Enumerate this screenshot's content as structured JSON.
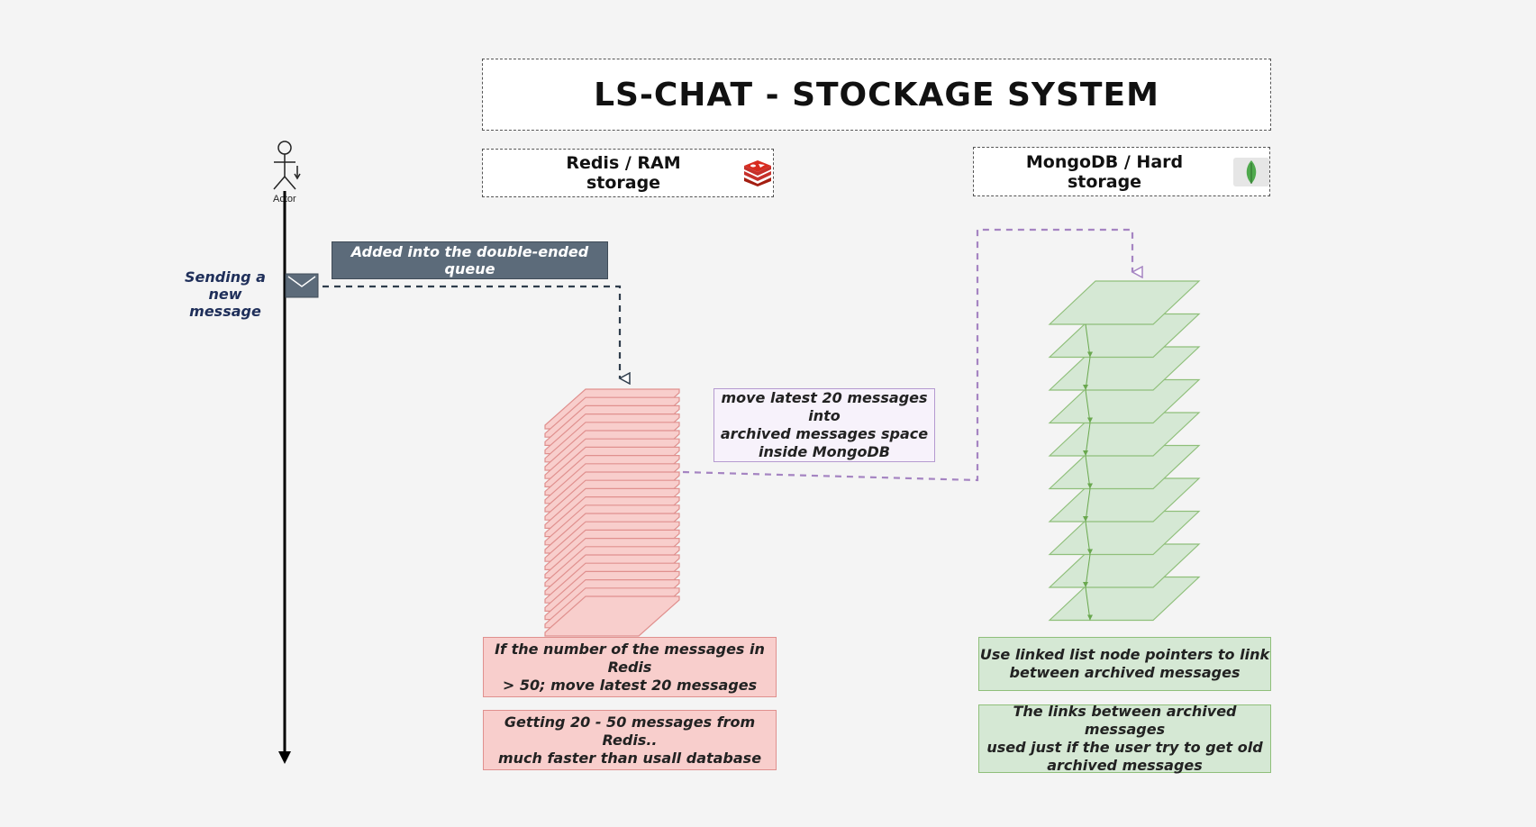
{
  "title": "LS-CHAT - STOCKAGE SYSTEM",
  "redis_header": {
    "label": "Redis / RAM storage",
    "icon": "redis-icon"
  },
  "mongo_header": {
    "label": "MongoDB / Hard storage",
    "icon": "mongodb-leaf-icon"
  },
  "actor": {
    "label": "Actor"
  },
  "sending": {
    "text": "Sending a\nnew message",
    "icon": "envelope-icon"
  },
  "queue_label": "Added into the double-ended queue",
  "move_label": "move latest 20 messages into\narchived messages space\ninside MongoDB",
  "redis_notes": [
    "If the number of the messages in Redis\n> 50; move latest 20 messages",
    "Getting 20 - 50 messages from Redis..\nmuch faster than usall database"
  ],
  "mongo_notes": [
    "Use linked list node pointers to link\nbetween archived messages",
    "The links between archived messages\nused just if the user try to get old\narchived messages"
  ],
  "colors": {
    "redis_fill": "#f8cecc",
    "redis_stroke": "#e0908e",
    "mongo_fill": "#d5e8d4",
    "mongo_stroke": "#8fbf7a",
    "dark_label": "#5c6b7a",
    "purple_arrow": "#a584c2",
    "dark_arrow": "#2f3d4c"
  }
}
